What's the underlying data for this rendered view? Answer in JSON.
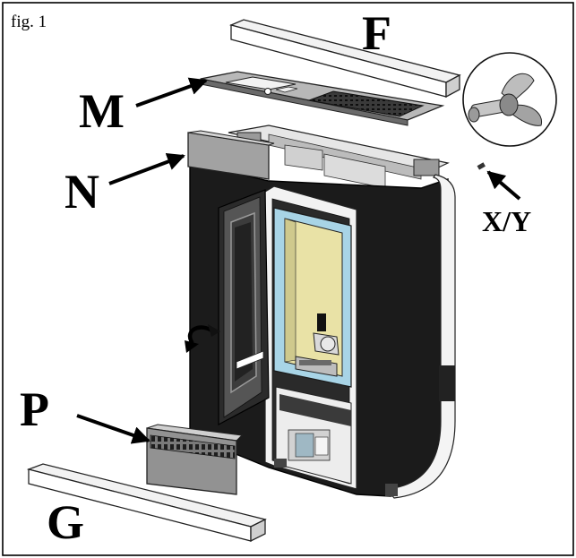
{
  "figure": {
    "label": "fig. 1"
  },
  "parts": {
    "F": "F",
    "M": "M",
    "N": "N",
    "XY": "X/Y",
    "P": "P",
    "G": "G"
  },
  "icons": {
    "inset": "wing-nut-icon",
    "rotate": "rotate-arrow-icon"
  },
  "colors": {
    "ink": "#000000",
    "stove_body": "#1a1a1a",
    "panel_grey": "#8e8e8e",
    "light_grey": "#d4d4d4",
    "firebox_yellow": "#e9e2a6",
    "glass_blue": "#a8d4e6",
    "frame": "#f4f4f4"
  }
}
